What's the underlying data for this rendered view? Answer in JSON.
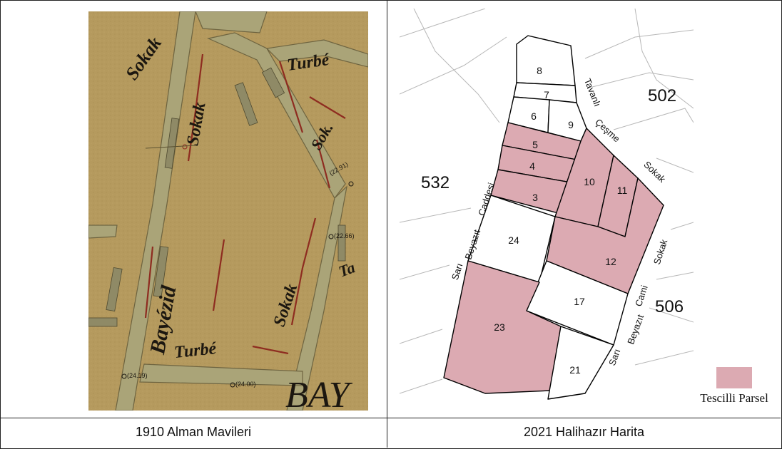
{
  "captions": {
    "left": "1910 Alman Mavileri",
    "right": "2021 Halihazır Harita"
  },
  "legend": {
    "label": "Tescilli Parsel",
    "color": "#dcaab2"
  },
  "old_map": {
    "labels": [
      "Sokak",
      "Turbé",
      "Sokak",
      "Sok.",
      "Bayézid",
      "Turbé",
      "Sokak",
      "Ta",
      "BAY"
    ],
    "elevations": [
      "(22.91)",
      "(22.66)",
      "(24.19)",
      "(24.00)"
    ],
    "colors": {
      "paper": "#b59a5e",
      "road": "#a8a27a"
    }
  },
  "new_map": {
    "block_numbers": {
      "left": "532",
      "top_right": "502",
      "right": "506"
    },
    "parcels": [
      {
        "id": "8",
        "registered": false
      },
      {
        "id": "7",
        "registered": false
      },
      {
        "id": "6",
        "registered": false
      },
      {
        "id": "9",
        "registered": false
      },
      {
        "id": "5",
        "registered": true
      },
      {
        "id": "4",
        "registered": true
      },
      {
        "id": "3",
        "registered": true
      },
      {
        "id": "10",
        "registered": true
      },
      {
        "id": "11",
        "registered": true
      },
      {
        "id": "24",
        "registered": false
      },
      {
        "id": "12",
        "registered": true
      },
      {
        "id": "17",
        "registered": false
      },
      {
        "id": "23",
        "registered": true
      },
      {
        "id": "21",
        "registered": false
      }
    ],
    "street_labels": {
      "tavanli": "Tavanlı",
      "cesme": "Çeşme",
      "sokak1": "Sokak",
      "caddesi": "Caddesi",
      "beyazit_left": "Beyazıt",
      "sari_left": "Sarı",
      "cami": "Cami",
      "sokak2": "Sokak",
      "beyazit_right": "Beyazıt",
      "sari_right": "Sarı"
    },
    "colors": {
      "registered_fill": "#dcaab2",
      "unregistered_fill": "#ffffff",
      "outline": "#000000"
    }
  }
}
